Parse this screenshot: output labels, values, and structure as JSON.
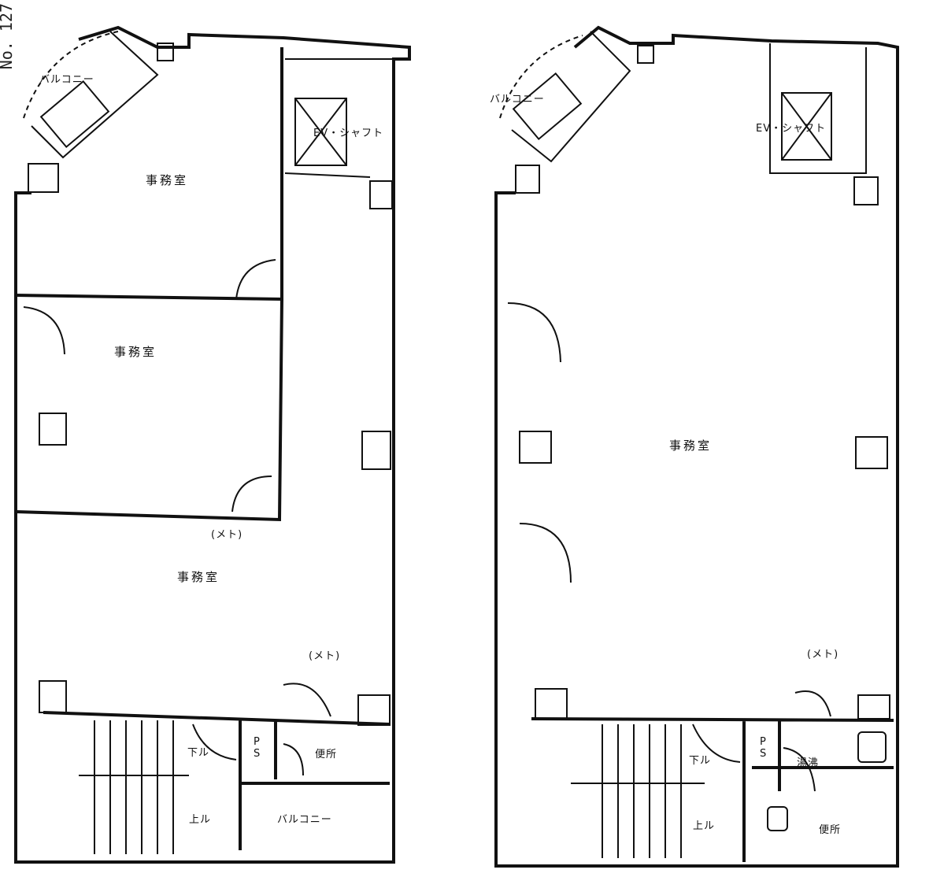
{
  "ref_number": "No. 127",
  "left_plan": {
    "balcony_top": "バルコニー",
    "ev_shaft": "EV・シャフト",
    "office_1": "事務室",
    "office_2": "事務室",
    "office_3": "事務室",
    "meter_1": "(メト)",
    "meter_2": "(メト)",
    "ps": "PS",
    "toilet": "便所",
    "down": "下ル",
    "up": "上ル",
    "balcony_bottom": "バルコニー"
  },
  "right_plan": {
    "balcony_top": "バルコニー",
    "ev_shaft": "EV・シャフト",
    "office": "事務室",
    "meter": "(メト)",
    "ps": "PS",
    "kitchenette": "湯沸",
    "toilet": "便所",
    "down": "下ル",
    "up": "上ル"
  }
}
